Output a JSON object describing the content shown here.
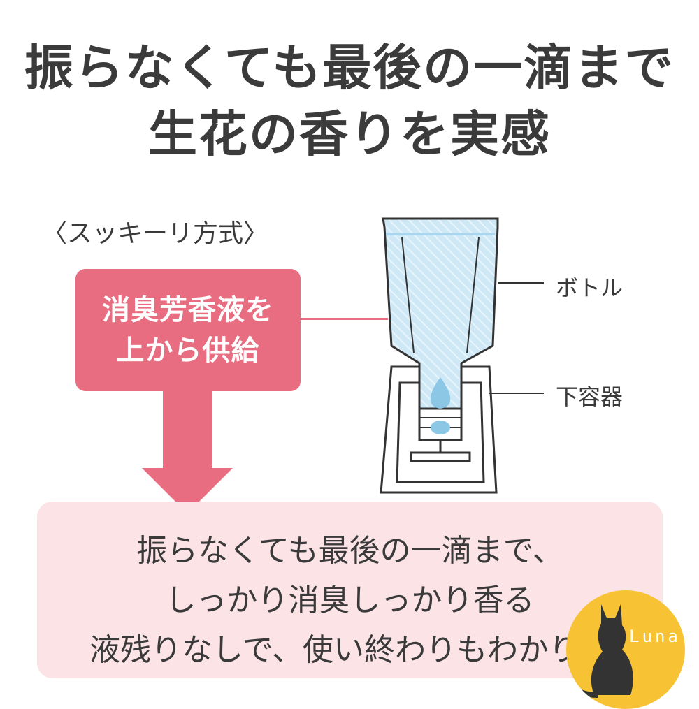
{
  "headline": {
    "line1": "振らなくても最後の一滴まで",
    "line2": "生花の香りを実感"
  },
  "method_label": "〈スッキーリ方式〉",
  "supply_box": {
    "line1": "消臭芳香液を",
    "line2": "上から供給"
  },
  "diagram_labels": {
    "bottle": "ボトル",
    "lower_container": "下容器"
  },
  "benefits": {
    "line1": "振らなくても最後の一滴まで、",
    "line2": "しっかり消臭しっかり香る",
    "line3": "液残りなしで、使い終わりもわかりや"
  },
  "watermark": {
    "text": "Luna",
    "icon": "cat-silhouette-icon"
  },
  "colors": {
    "accent_pink": "#e96d80",
    "light_pink": "#fbe3e6",
    "liquid_blue": "#a9d6ee",
    "badge_yellow": "#f7c233"
  }
}
